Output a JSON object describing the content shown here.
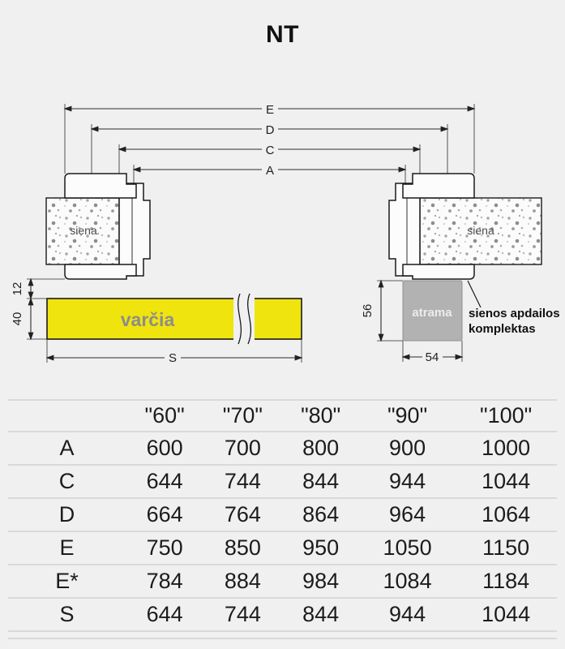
{
  "title": "NT",
  "diagram": {
    "dims": {
      "E": "E",
      "D": "D",
      "C": "C",
      "A": "A",
      "S": "S",
      "h12": "12",
      "h40": "40",
      "h56": "56",
      "w54": "54"
    },
    "labels": {
      "left_wall": "siena",
      "right_wall": "siena",
      "door": "varčia",
      "support": "atrama",
      "note_line1": "sienos apdailos",
      "note_line2": "komplektas"
    },
    "colors": {
      "door_fill": "#f0e40e",
      "support_fill": "#b2b2b2",
      "background": "#f0f0f0"
    }
  },
  "table": {
    "col_headers": [
      "\"60\"",
      "\"70\"",
      "\"80\"",
      "\"90\"",
      "\"100\""
    ],
    "rows": [
      {
        "label": "A",
        "values": [
          "600",
          "700",
          "800",
          "900",
          "1000"
        ]
      },
      {
        "label": "C",
        "values": [
          "644",
          "744",
          "844",
          "944",
          "1044"
        ]
      },
      {
        "label": "D",
        "values": [
          "664",
          "764",
          "864",
          "964",
          "1064"
        ]
      },
      {
        "label": "E",
        "values": [
          "750",
          "850",
          "950",
          "1050",
          "1150"
        ]
      },
      {
        "label": "E*",
        "values": [
          "784",
          "884",
          "984",
          "1084",
          "1184"
        ]
      },
      {
        "label": "S",
        "values": [
          "644",
          "744",
          "844",
          "944",
          "1044"
        ]
      }
    ]
  }
}
